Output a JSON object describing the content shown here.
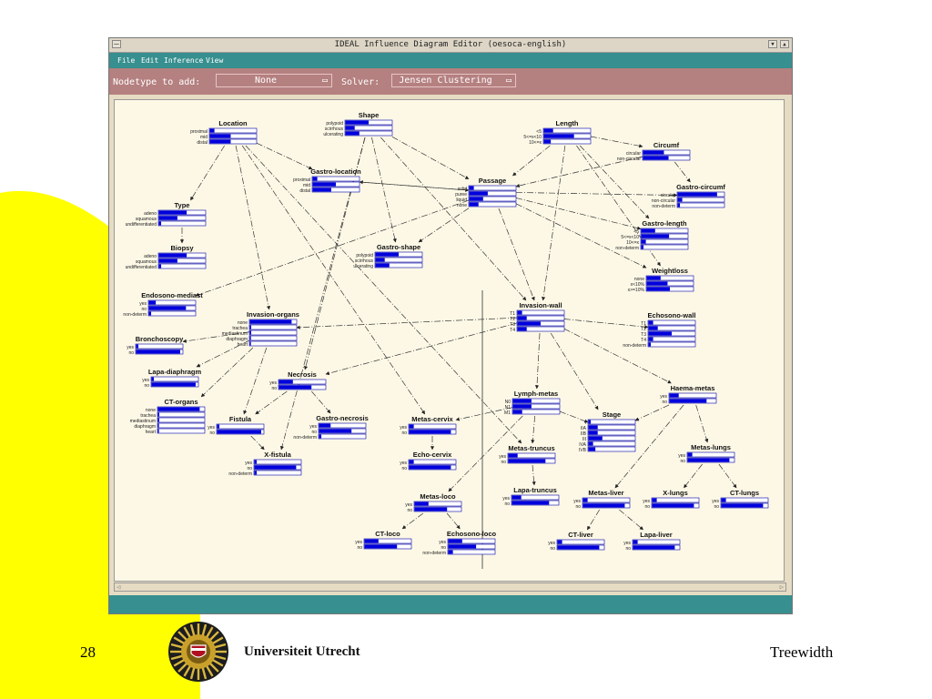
{
  "window": {
    "title": "IDEAL Influence Diagram Editor (oesoca-english)"
  },
  "menu": {
    "file": "File",
    "edit": "Edit",
    "inference": "Inference",
    "view": "View"
  },
  "toolbar": {
    "nodetype_label": "Nodetype to add:",
    "nodetype_value": "None",
    "solver_label": "Solver:",
    "solver_value": "Jensen Clustering"
  },
  "footer": {
    "page_number": "28",
    "university": "Universiteit Utrecht",
    "topic": "Treewidth"
  },
  "colors": {
    "menubar": "#378f8f",
    "toolbar": "#b58080",
    "canvas": "#fdf8e6",
    "bar": "#0000dd",
    "yellow": "#ffff00"
  },
  "nodes": [
    {
      "id": "location",
      "title": "Location",
      "states": [
        "proximal",
        "mid",
        "distal"
      ],
      "probs": [
        0.1,
        0.45,
        0.45
      ]
    },
    {
      "id": "shape",
      "title": "Shape",
      "states": [
        "polypoid",
        "scirrhous",
        "ulcerating"
      ],
      "probs": [
        0.5,
        0.2,
        0.3
      ]
    },
    {
      "id": "length",
      "title": "Length",
      "states": [
        "<5",
        "5<=x<10",
        "10<=x"
      ],
      "probs": [
        0.2,
        0.65,
        0.15
      ]
    },
    {
      "id": "circumf",
      "title": "Circumf",
      "states": [
        "circular",
        "non-circular"
      ],
      "probs": [
        0.45,
        0.55
      ]
    },
    {
      "id": "gastro_location",
      "title": "Gastro-location",
      "states": [
        "proximal",
        "mid",
        "distal"
      ],
      "probs": [
        0.1,
        0.5,
        0.4
      ]
    },
    {
      "id": "passage",
      "title": "Passage",
      "states": [
        "solid",
        "puree",
        "liquid",
        "none"
      ],
      "probs": [
        0.1,
        0.4,
        0.3,
        0.2
      ]
    },
    {
      "id": "gastro_circumf",
      "title": "Gastro-circumf",
      "states": [
        "circular",
        "non-circular",
        "non-determ"
      ],
      "probs": [
        0.85,
        0.1,
        0.05
      ]
    },
    {
      "id": "type",
      "title": "Type",
      "states": [
        "adeno",
        "squamous",
        "undifferentiated"
      ],
      "probs": [
        0.6,
        0.4,
        0.05
      ]
    },
    {
      "id": "gastro_length",
      "title": "Gastro-length",
      "states": [
        "<5",
        "5<=x<10",
        "10<=x",
        "non-determ"
      ],
      "probs": [
        0.3,
        0.6,
        0.1,
        0.05
      ]
    },
    {
      "id": "biopsy",
      "title": "Biopsy",
      "states": [
        "adeno",
        "squamous",
        "undifferentiated"
      ],
      "probs": [
        0.6,
        0.4,
        0.05
      ]
    },
    {
      "id": "gastro_shape",
      "title": "Gastro-shape",
      "states": [
        "polypoid",
        "scirrhous",
        "ulcerating"
      ],
      "probs": [
        0.5,
        0.2,
        0.3
      ]
    },
    {
      "id": "weightloss",
      "title": "Weightloss",
      "states": [
        "none",
        "x<10%",
        "x>=10%"
      ],
      "probs": [
        0.3,
        0.45,
        0.5
      ]
    },
    {
      "id": "endosono_mediast",
      "title": "Endosono-mediast",
      "states": [
        "yes",
        "no",
        "non-determ"
      ],
      "probs": [
        0.15,
        0.8,
        0.05
      ]
    },
    {
      "id": "invasion_wall",
      "title": "Invasion-wall",
      "states": [
        "T1",
        "T2",
        "T3",
        "T4"
      ],
      "probs": [
        0.1,
        0.2,
        0.5,
        0.2
      ]
    },
    {
      "id": "invasion_organs",
      "title": "Invasion-organs",
      "states": [
        "none",
        "trachea",
        "mediastinum",
        "diaphragm",
        "heart"
      ],
      "probs": [
        0.9,
        0.03,
        0.03,
        0.02,
        0.02
      ]
    },
    {
      "id": "echosono_wall",
      "title": "Echosono-wall",
      "states": [
        "T1",
        "T2",
        "T3",
        "T4",
        "non-determ"
      ],
      "probs": [
        0.1,
        0.2,
        0.5,
        0.1,
        0.05
      ]
    },
    {
      "id": "bronchoscopy",
      "title": "Bronchoscopy",
      "states": [
        "yes",
        "no"
      ],
      "probs": [
        0.05,
        0.95
      ]
    },
    {
      "id": "lapa_diaphragm",
      "title": "Lapa-diaphragm",
      "states": [
        "yes",
        "no"
      ],
      "probs": [
        0.05,
        0.95
      ]
    },
    {
      "id": "necrosis",
      "title": "Necrosis",
      "states": [
        "yes",
        "no"
      ],
      "probs": [
        0.3,
        0.7
      ]
    },
    {
      "id": "haema_metas",
      "title": "Haema-metas",
      "states": [
        "yes",
        "no"
      ],
      "probs": [
        0.2,
        0.8
      ]
    },
    {
      "id": "lymph_metas",
      "title": "Lymph-metas",
      "states": [
        "N0",
        "N1",
        "M1"
      ],
      "probs": [
        0.4,
        0.4,
        0.2
      ]
    },
    {
      "id": "ct_organs",
      "title": "CT-organs",
      "states": [
        "none",
        "trachea",
        "mediastinum",
        "diaphragm",
        "heart"
      ],
      "probs": [
        0.9,
        0.03,
        0.03,
        0.02,
        0.02
      ]
    },
    {
      "id": "stage",
      "title": "Stage",
      "states": [
        "I",
        "IIA",
        "IIB",
        "III",
        "IVA",
        "IVB"
      ],
      "probs": [
        0.05,
        0.2,
        0.2,
        0.3,
        0.1,
        0.15
      ]
    },
    {
      "id": "fistula",
      "title": "Fistula",
      "states": [
        "yes",
        "no"
      ],
      "probs": [
        0.05,
        0.95
      ]
    },
    {
      "id": "gastro_necrosis",
      "title": "Gastro-necrosis",
      "states": [
        "yes",
        "no",
        "non-determ"
      ],
      "probs": [
        0.25,
        0.7,
        0.05
      ]
    },
    {
      "id": "metas_cervix",
      "title": "Metas-cervix",
      "states": [
        "yes",
        "no"
      ],
      "probs": [
        0.1,
        0.9
      ]
    },
    {
      "id": "metas_lungs",
      "title": "Metas-lungs",
      "states": [
        "yes",
        "no"
      ],
      "probs": [
        0.1,
        0.9
      ]
    },
    {
      "id": "metas_truncus",
      "title": "Metas-truncus",
      "states": [
        "yes",
        "no"
      ],
      "probs": [
        0.2,
        0.8
      ]
    },
    {
      "id": "x_fistula",
      "title": "X-fistula",
      "states": [
        "yes",
        "no",
        "non-determ"
      ],
      "probs": [
        0.05,
        0.9,
        0.05
      ]
    },
    {
      "id": "echo_cervix",
      "title": "Echo-cervix",
      "states": [
        "yes",
        "no"
      ],
      "probs": [
        0.1,
        0.9
      ]
    },
    {
      "id": "metas_loco",
      "title": "Metas-loco",
      "states": [
        "yes",
        "no"
      ],
      "probs": [
        0.3,
        0.7
      ]
    },
    {
      "id": "lapa_truncus",
      "title": "Lapa-truncus",
      "states": [
        "yes",
        "no"
      ],
      "probs": [
        0.2,
        0.8
      ]
    },
    {
      "id": "metas_liver",
      "title": "Metas-liver",
      "states": [
        "yes",
        "no"
      ],
      "probs": [
        0.1,
        0.9
      ]
    },
    {
      "id": "x_lungs",
      "title": "X-lungs",
      "states": [
        "yes",
        "no"
      ],
      "probs": [
        0.1,
        0.9
      ]
    },
    {
      "id": "ct_lungs",
      "title": "CT-lungs",
      "states": [
        "yes",
        "no"
      ],
      "probs": [
        0.1,
        0.9
      ]
    },
    {
      "id": "ct_loco",
      "title": "CT-loco",
      "states": [
        "yes",
        "no"
      ],
      "probs": [
        0.3,
        0.7
      ]
    },
    {
      "id": "echosono_loco",
      "title": "Echosono-loco",
      "states": [
        "yes",
        "no",
        "non-determ"
      ],
      "probs": [
        0.3,
        0.6,
        0.1
      ]
    },
    {
      "id": "ct_liver",
      "title": "CT-liver",
      "states": [
        "yes",
        "no"
      ],
      "probs": [
        0.1,
        0.9
      ]
    },
    {
      "id": "lapa_liver",
      "title": "Lapa-liver",
      "states": [
        "yes",
        "no"
      ],
      "probs": [
        0.1,
        0.9
      ]
    }
  ]
}
